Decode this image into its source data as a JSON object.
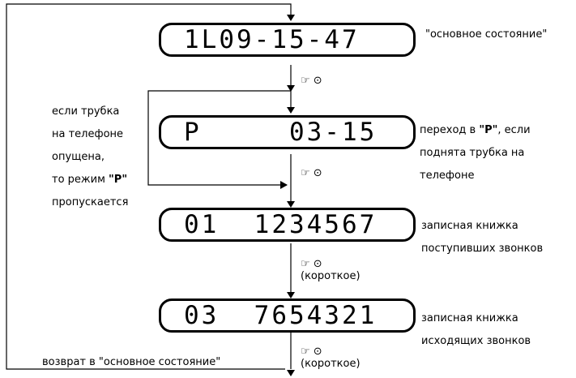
{
  "displays": [
    {
      "text": "1L09-15-47",
      "note": "\"основное состояние\""
    },
    {
      "text": "P     03-15",
      "note_lines": [
        "переход в ",
        "\"P\"",
        ", если",
        "поднята трубка на",
        "телефоне"
      ]
    },
    {
      "text": "01  1234567",
      "note_lines": [
        "записная книжка",
        "поступивших звонков"
      ]
    },
    {
      "text": "03  7654321",
      "note_lines": [
        "записная книжка",
        "исходящих звонков"
      ]
    }
  ],
  "left_note": {
    "lines": [
      "если трубка",
      "на телефоне",
      "опущена,",
      "то  режим ",
      "\"P\"",
      "пропускается"
    ]
  },
  "return_note": "возврат в \"основное состояние\"",
  "short_label": "(короткое)",
  "button_icons": [
    "hand-pointer-icon",
    "clock-button-icon"
  ]
}
